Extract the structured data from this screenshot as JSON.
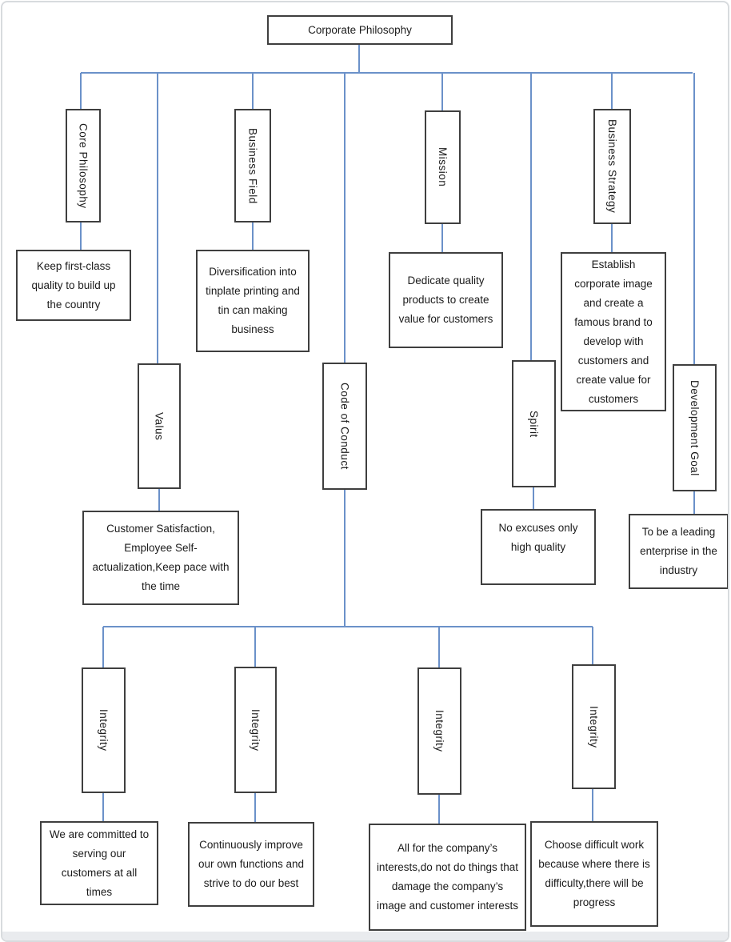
{
  "root": {
    "label": "Corporate Philosophy"
  },
  "level1": [
    {
      "label": "Core Philosophy",
      "desc": "Keep first-class quality to build up the country"
    },
    {
      "label": "Business Field",
      "desc": "Diversification into tinplate printing and tin can making business"
    },
    {
      "label": "Mission",
      "desc": "Dedicate quality products to create value for customers"
    },
    {
      "label": "Business Strategy",
      "desc": "Establish corporate image and create a famous brand to develop with customers and create value for customers"
    }
  ],
  "level2": [
    {
      "label": "Valus",
      "desc": "Customer Satisfaction, Employee Self-actualization,Keep pace with the time"
    },
    {
      "label": "Code of Conduct"
    },
    {
      "label": "Spirit",
      "desc": "No excuses only high quality"
    },
    {
      "label": "Development Goal",
      "desc": "To be a leading enterprise in the industry"
    }
  ],
  "conduct_children": [
    {
      "label": "Integrity",
      "desc": "We are committed to serving our customers at all times"
    },
    {
      "label": "Integrity",
      "desc": "Continuously improve our own functions and strive to do our best"
    },
    {
      "label": "Integrity",
      "desc": "All for the company’s interests,do not do things that damage the company’s image and customer interests"
    },
    {
      "label": "Integrity",
      "desc": "Choose difficult work because where there is difficulty,there will be progress"
    }
  ],
  "colors": {
    "connector": "#6b91c9",
    "box_border": "#3f3f3f",
    "text": "#1b1b1b",
    "page_border": "#d8dbde",
    "bottom_strip": "#e9ebee"
  }
}
